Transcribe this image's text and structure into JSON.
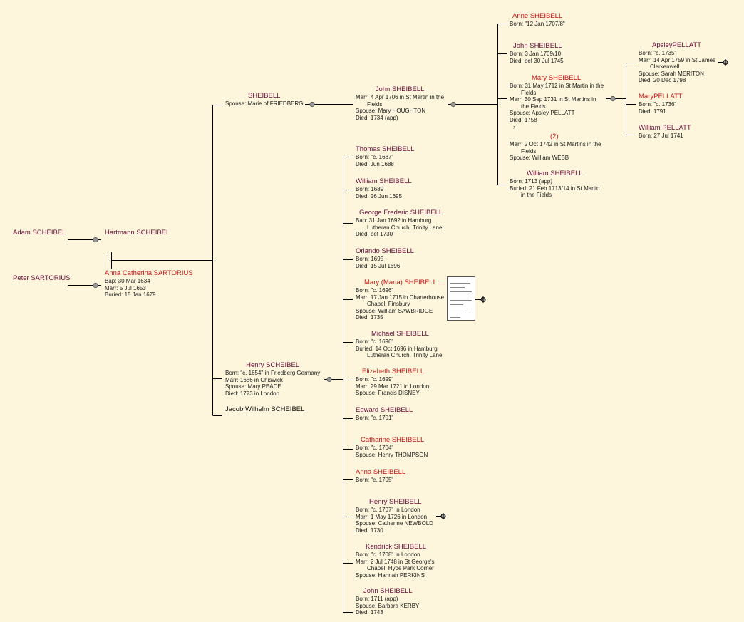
{
  "colors": {
    "background": "#fdf6dc",
    "male": "#6a0d3a",
    "female": "#c81414",
    "line": "#000000"
  },
  "grandparents": {
    "paternal_father": {
      "name": "Adam SCHEIBEL",
      "sex": "m"
    },
    "maternal_father": {
      "name": "Peter SARTORIUS",
      "sex": "m"
    }
  },
  "parents": {
    "father": {
      "name": "Hartmann SCHEIBEL",
      "sex": "m"
    },
    "mother": {
      "name": "Anna Catherina SARTORIUS",
      "sex": "f",
      "facts": [
        "Bap: 30 Mar 1634",
        "Marr: 5 Jul 1653",
        "Buried: 15 Jan 1679"
      ]
    }
  },
  "siblings": [
    {
      "name": "SHEIBELL",
      "sex": "m",
      "facts": [
        "Spouse: Marie of FRIEDBERG"
      ]
    },
    {
      "name": "Henry SCHEIBEL",
      "sex": "m",
      "facts": [
        "Born: \"c. 1654\" in Friedberg Germany",
        "Marr: 1686 in Chiswick",
        "Spouse: Mary PEADE",
        "Died: 1723 in London"
      ]
    },
    {
      "name": "Jacob Wilhelm SCHEIBEL",
      "sex": "m",
      "facts": []
    }
  ],
  "john": {
    "name": "John SHEIBELL",
    "sex": "m",
    "facts": [
      "Marr: 4 Apr 1706 in St Martin in the",
      "Fields",
      "Spouse: Mary HOUGHTON",
      "Died: 1734 (app)"
    ]
  },
  "john_children": [
    {
      "name": "Anne SHEIBELL",
      "sex": "f",
      "facts": [
        "Born: \"12 Jan 1707/8\""
      ]
    },
    {
      "name": "John SHEIBELL",
      "sex": "m",
      "facts": [
        "Born: 3 Jan 1709/10",
        "Died: bef 30 Jul 1745"
      ]
    },
    {
      "name": "Mary SHEIBELL",
      "sex": "f",
      "facts": [
        "Born: 31 May 1712 in St Martin in the",
        "Fields",
        "Marr: 30 Sep 1731 in St Martins in",
        "the Fields",
        "Spouse: Apsley PELLATT",
        "Died: 1758"
      ],
      "second_marriage_label": "(2)",
      "second_marriage": [
        "Marr: 2 Oct 1742 in St Martins in the",
        "Fields",
        "Spouse: William WEBB"
      ]
    },
    {
      "name": "William SHEIBELL",
      "sex": "m",
      "facts": [
        "Born: 1713 (app)",
        "Buried: 21 Feb 1713/14 in St Martin",
        "in the Fields"
      ]
    }
  ],
  "mary_children": [
    {
      "name": "ApsleyPELLATT",
      "sex": "m",
      "facts": [
        "Born: \"c. 1735\"",
        "Marr: 14 Apr 1759 in St James",
        "Clerkenwell",
        "Spouse: Sarah MERITON",
        "Died: 20 Dec 1798"
      ]
    },
    {
      "name": "MaryPELLATT",
      "sex": "f",
      "facts": [
        "Born: \"c. 1736\"",
        "Died: 1791"
      ]
    },
    {
      "name": "William PELLATT",
      "sex": "m",
      "facts": [
        "Born: 27 Jul 1741"
      ]
    }
  ],
  "henry_children": [
    {
      "name": "Thomas SHEIBELL",
      "sex": "m",
      "facts": [
        "Born: \"c. 1687\"",
        "Died: Jun 1688"
      ]
    },
    {
      "name": "William SHEIBELL",
      "sex": "m",
      "facts": [
        "Born: 1689",
        "Died: 26 Jun 1695"
      ]
    },
    {
      "name": "George Frederic SHEIBELL",
      "sex": "m",
      "facts": [
        "Bap: 31 Jan 1692 in Hamburg",
        "Lutheran Church, Trinity Lane",
        "Died: bef 1730"
      ]
    },
    {
      "name": "Orlando SHEIBELL",
      "sex": "m",
      "facts": [
        "Born: 1695",
        "Died: 15 Jul 1696"
      ]
    },
    {
      "name": "Mary (Maria) SHEIBELL",
      "sex": "f",
      "facts": [
        "Born: \"c. 1696\"",
        "Marr: 17 Jan 1715 in Charterhouse",
        "Chapel, Finsbury",
        "Spouse: William SAWBRIDGE",
        "Died: 1735"
      ]
    },
    {
      "name": "Michael SHEIBELL",
      "sex": "m",
      "facts": [
        "Born: \"c. 1696\"",
        "Buried: 14 Oct 1696 in Hamburg",
        "Lutheran Church, Trinity Lane"
      ]
    },
    {
      "name": "Elizabeth SHEIBELL",
      "sex": "f",
      "facts": [
        "Born: \"c. 1699\"",
        "Marr: 29 Mar 1721 in London",
        "Spouse: Francis DISNEY"
      ]
    },
    {
      "name": "Edward SHEIBELL",
      "sex": "m",
      "facts": [
        "Born: \"c. 1701\""
      ]
    },
    {
      "name": "Catharine SHEIBELL",
      "sex": "f",
      "facts": [
        "Born: \"c. 1704\"",
        "Spouse: Henry THOMPSON"
      ]
    },
    {
      "name": "Anna SHEIBELL",
      "sex": "f",
      "facts": [
        "Born: \"c. 1705\""
      ]
    },
    {
      "name": "Henry SHEIBELL",
      "sex": "m",
      "facts": [
        "Born: \"c. 1707\" in London",
        "Marr: 1 May 1726 in London",
        "Spouse: Catherine NEWBOLD",
        "Died: 1730"
      ]
    },
    {
      "name": "Kendrick SHEIBELL",
      "sex": "m",
      "facts": [
        "Born: \"c. 1708\" in London",
        "Marr: 2 Jul 1748 in St George's",
        "Chapel, Hyde Park Corner",
        "Spouse: Hannah PERKINS"
      ]
    },
    {
      "name": "John SHEIBELL",
      "sex": "m",
      "facts": [
        "Born: 1711 (app)",
        "Spouse: Barbara KERBY",
        "Died: 1743"
      ]
    }
  ]
}
